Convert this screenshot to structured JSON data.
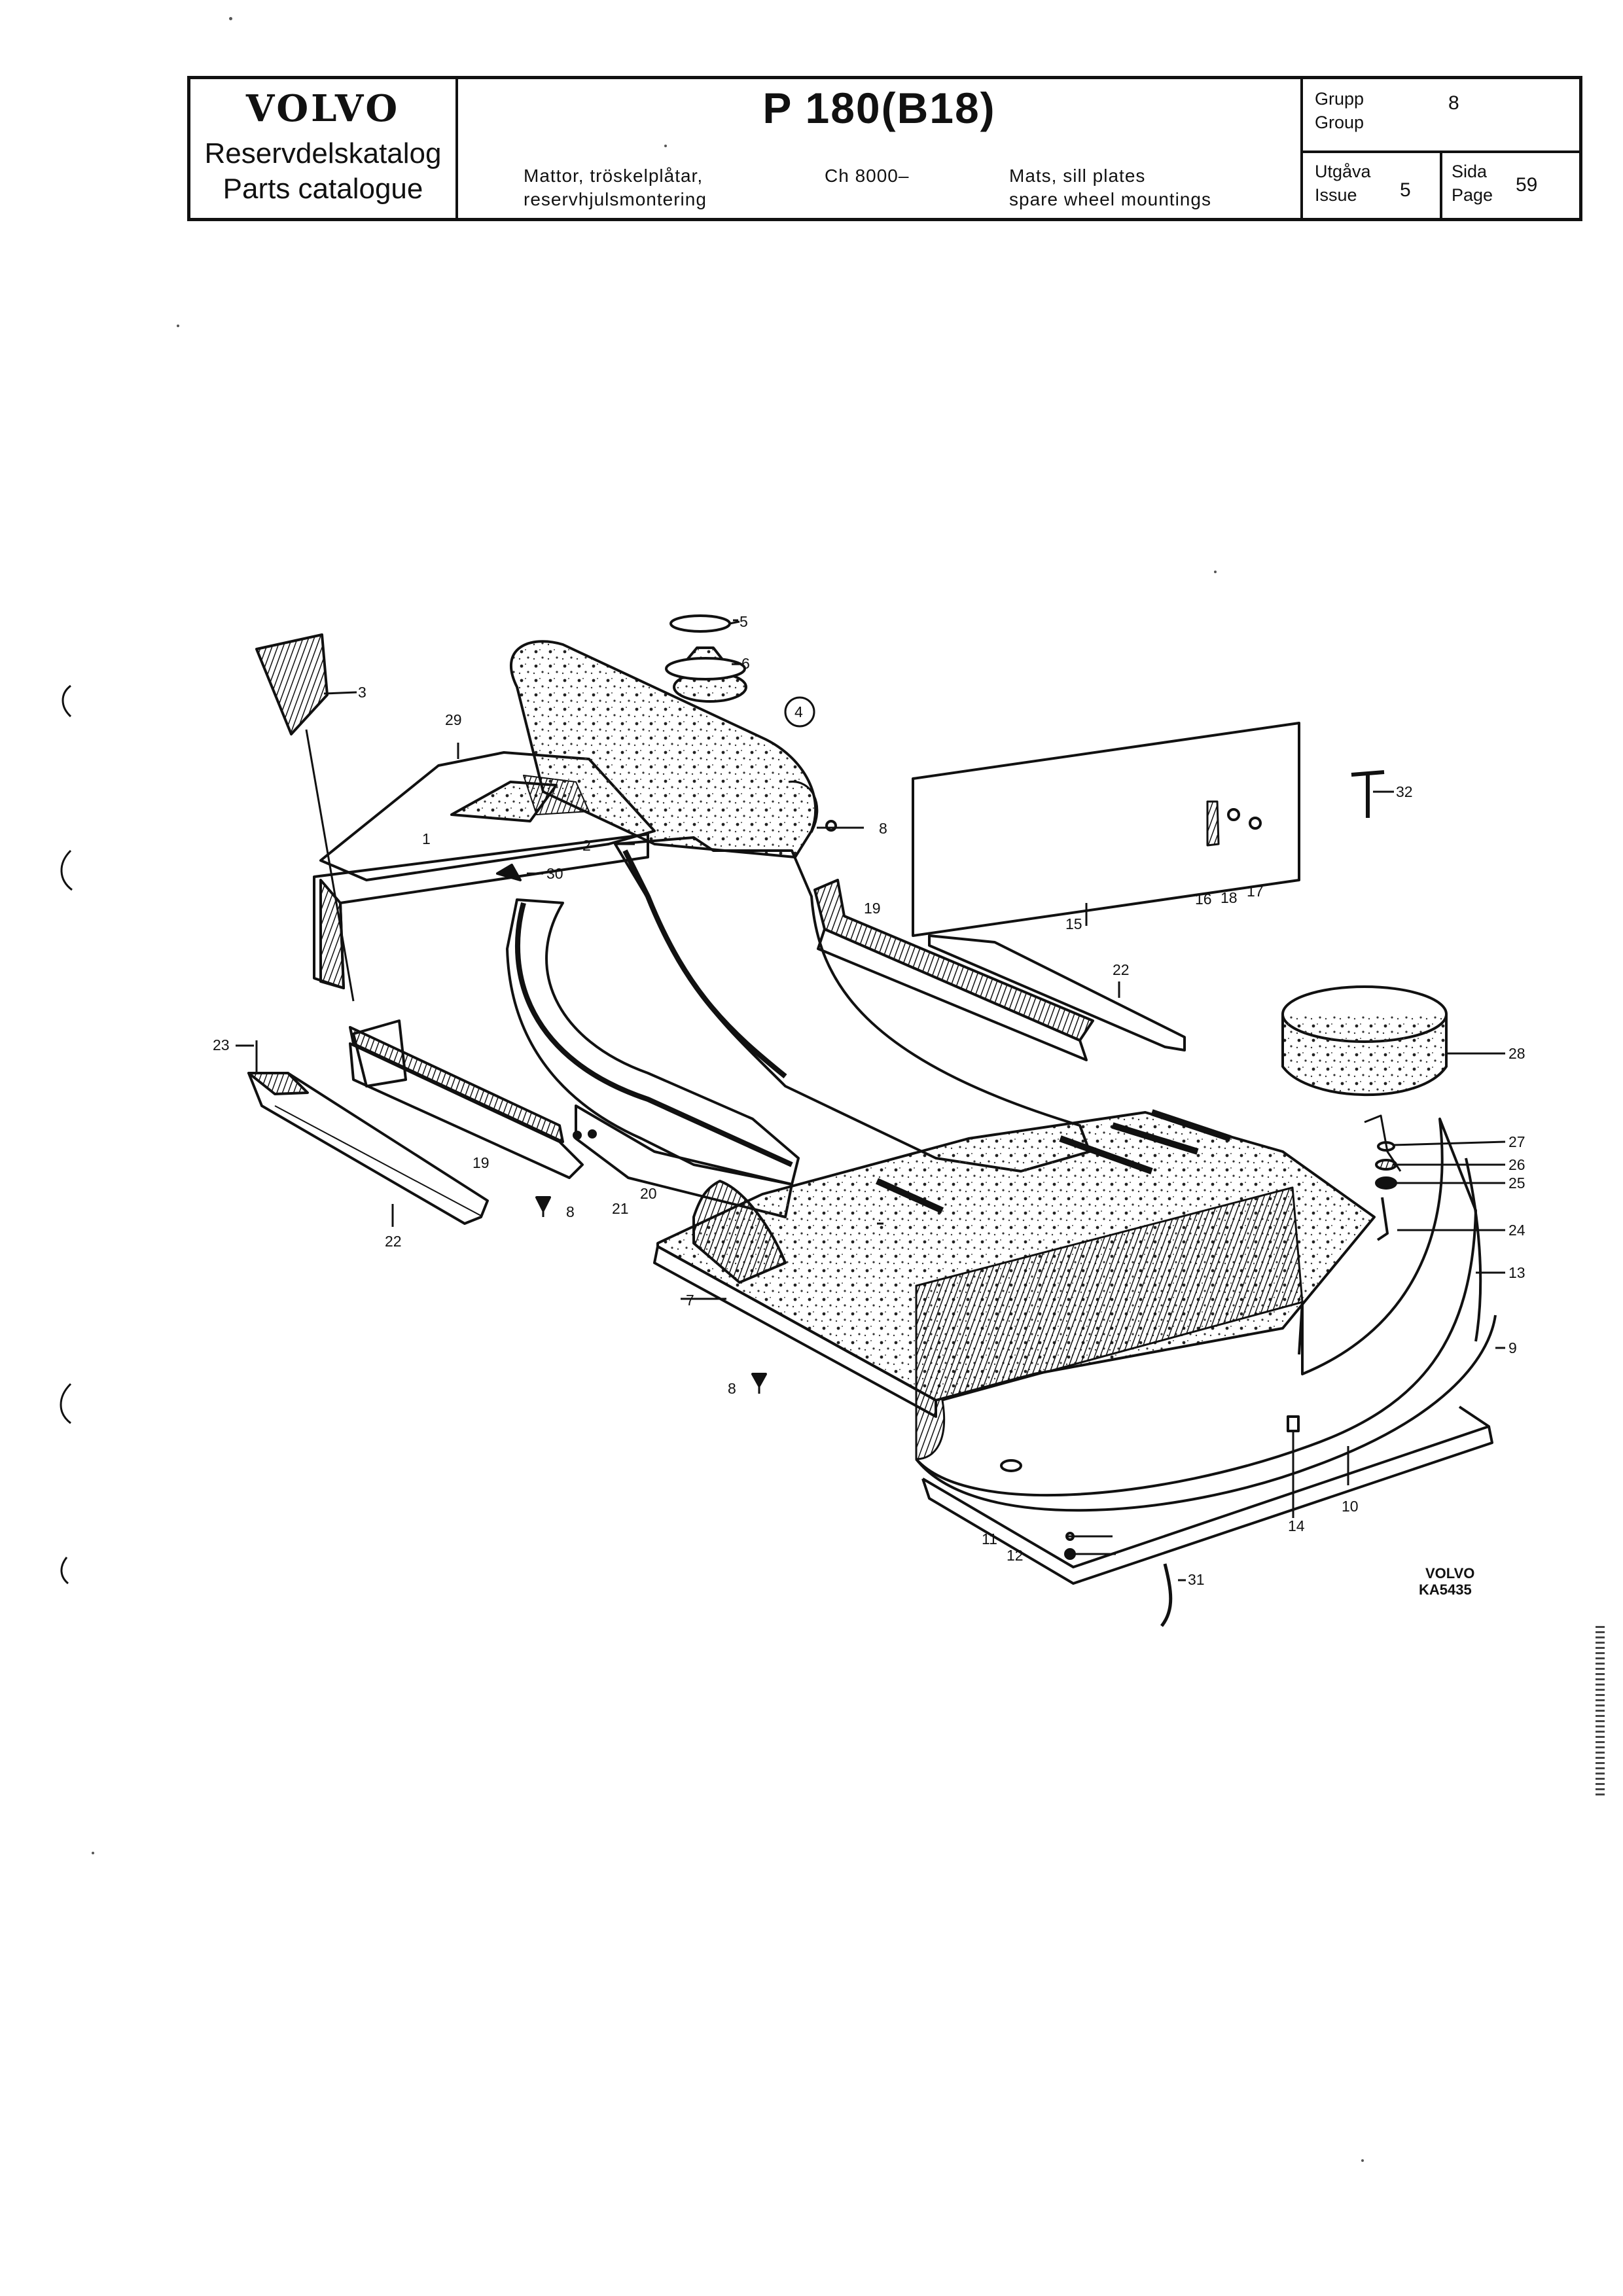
{
  "header": {
    "brand": "VOLVO",
    "catalog_sv": "Reservdelskatalog",
    "catalog_en": "Parts catalogue",
    "model_prefix": "P 180",
    "model_engine": "(B18)",
    "title_sv_1": "Mattor, tröskelplåtar,",
    "title_sv_2": "reservhjulsmontering",
    "chassis": "Ch 8000–",
    "title_en_1": "Mats, sill plates",
    "title_en_2": "spare wheel mountings",
    "group_label_sv": "Grupp",
    "group_label_en": "Group",
    "group_value": "8",
    "issue_label_sv": "Utgåva",
    "issue_label_en": "Issue",
    "issue_value": "5",
    "page_label_sv": "Sida",
    "page_label_en": "Page",
    "page_value": "59"
  },
  "drawing": {
    "stamp_brand": "VOLVO",
    "stamp_code": "KA5435",
    "callouts": [
      "1",
      "2",
      "3",
      "4",
      "5",
      "6",
      "7",
      "8",
      "9",
      "10",
      "11",
      "12",
      "13",
      "14",
      "15",
      "16",
      "17",
      "18",
      "19",
      "20",
      "21",
      "22",
      "23",
      "24",
      "25",
      "26",
      "27",
      "28",
      "29",
      "30",
      "31",
      "32"
    ]
  }
}
